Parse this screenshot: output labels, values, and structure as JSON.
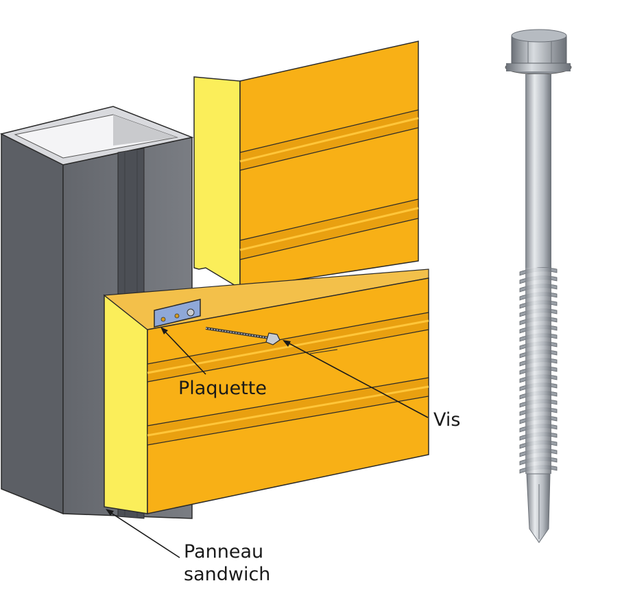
{
  "labels": {
    "plaquette": "Plaquette",
    "vis": "Vis",
    "panneau_line1": "Panneau",
    "panneau_line2": "sandwich"
  },
  "colors": {
    "panel_face": "#f8b016",
    "panel_dark": "#e09a0c",
    "panel_rib_light": "#ffc63a",
    "foam_core": "#fbee5a",
    "post_gray": "#6e7177",
    "post_dark": "#55585e",
    "post_light": "#8e9197",
    "screw_metal": "#b9bec4",
    "plate_blue": "#8fa8d8"
  }
}
